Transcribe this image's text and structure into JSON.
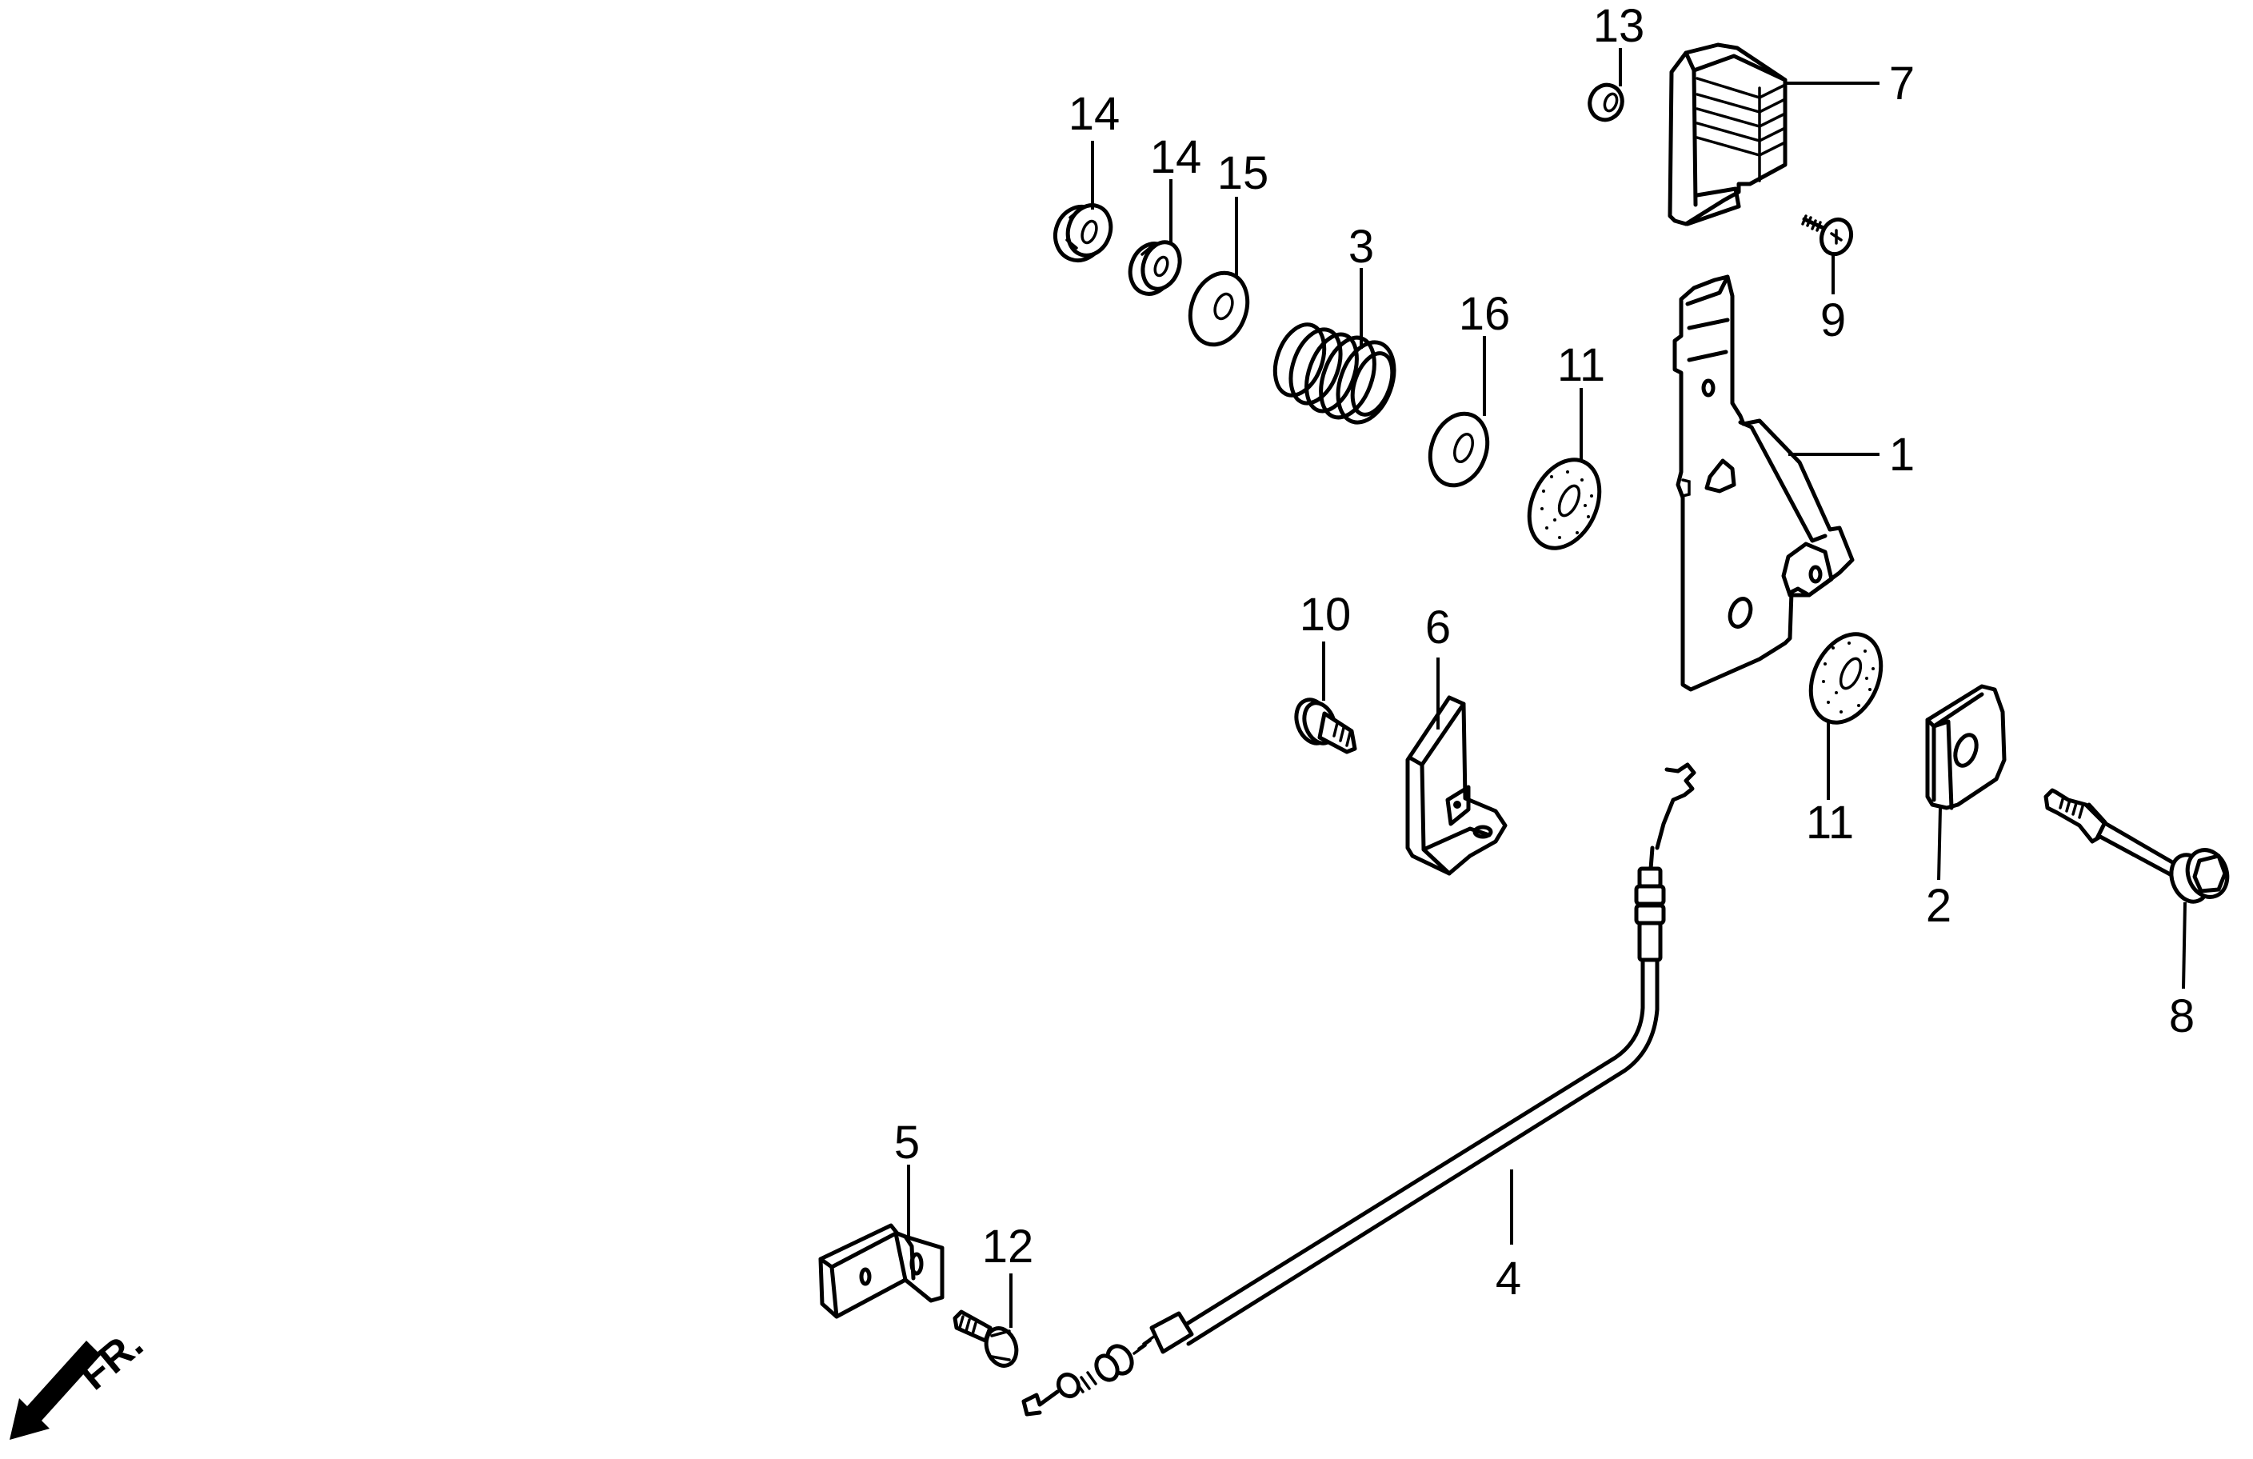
{
  "diagram": {
    "title": "Exploded parts diagram",
    "direction_indicator": {
      "label": "FR.",
      "icon": "front-direction-arrow"
    },
    "callouts": [
      {
        "id": "c14a",
        "number": "14",
        "part": "nut"
      },
      {
        "id": "c14b",
        "number": "14",
        "part": "nut"
      },
      {
        "id": "c15",
        "number": "15",
        "part": "washer"
      },
      {
        "id": "c3",
        "number": "3",
        "part": "spring"
      },
      {
        "id": "c16",
        "number": "16",
        "part": "washer"
      },
      {
        "id": "c11a",
        "number": "11",
        "part": "friction washer"
      },
      {
        "id": "c13",
        "number": "13",
        "part": "nut"
      },
      {
        "id": "c7",
        "number": "7",
        "part": "lever grip"
      },
      {
        "id": "c9",
        "number": "9",
        "part": "screw"
      },
      {
        "id": "c1",
        "number": "1",
        "part": "lever bracket"
      },
      {
        "id": "c10",
        "number": "10",
        "part": "bolt"
      },
      {
        "id": "c6",
        "number": "6",
        "part": "bracket"
      },
      {
        "id": "c11b",
        "number": "11",
        "part": "friction washer"
      },
      {
        "id": "c2",
        "number": "2",
        "part": "clip plate"
      },
      {
        "id": "c8",
        "number": "8",
        "part": "pivot bolt"
      },
      {
        "id": "c4",
        "number": "4",
        "part": "control cable"
      },
      {
        "id": "c5",
        "number": "5",
        "part": "cable clamp"
      },
      {
        "id": "c12",
        "number": "12",
        "part": "bolt"
      }
    ]
  }
}
